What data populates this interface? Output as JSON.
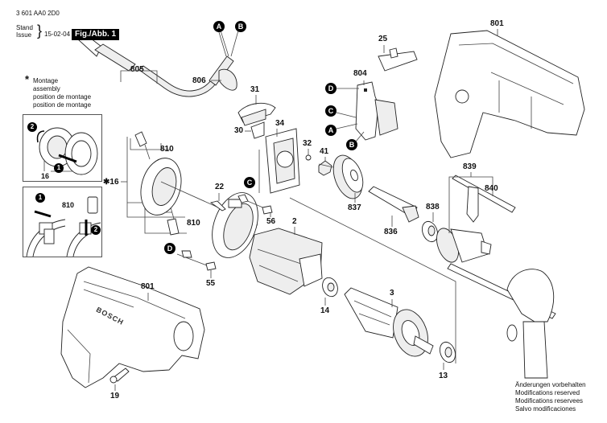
{
  "header": {
    "part_number": "3 601 AA0 2D0",
    "stand_label": "Stand",
    "issue_label": "Issue",
    "brace": "}",
    "date": "15-02-04",
    "figure_label": "Fig./Abb. 1"
  },
  "assembly_note": {
    "symbol": "*",
    "lines": [
      "Montage",
      "assembly",
      "position de montage",
      "position de montage"
    ]
  },
  "footer_note": {
    "lines": [
      "Änderungen vorbehalten",
      "Modifications reserved",
      "Modifications reservees",
      "Salvo modificaciones"
    ]
  },
  "connector_badges": [
    "A",
    "B",
    "C",
    "D"
  ],
  "brand_text": "BOSCH",
  "part_labels": {
    "p805": "805",
    "p806": "806",
    "p804": "804",
    "p25": "25",
    "p801_top": "801",
    "p31": "31",
    "p30": "30",
    "p34": "34",
    "p32": "32",
    "p41": "41",
    "p810_top": "810",
    "p810_bottom": "810",
    "p810_inset": "810",
    "p16_star": "✱16",
    "p16_inset": "16",
    "p22": "22",
    "p56": "56",
    "p55": "55",
    "p2": "2",
    "p837": "837",
    "p836": "836",
    "p838": "838",
    "p839": "839",
    "p840": "840",
    "p3": "3",
    "p14": "14",
    "p13": "13",
    "p801_bottom": "801",
    "p19": "19"
  },
  "step_badges": {
    "inset1_step2": "2",
    "inset1_step1": "1",
    "inset2_step1": "1",
    "inset2_step2": "2"
  }
}
